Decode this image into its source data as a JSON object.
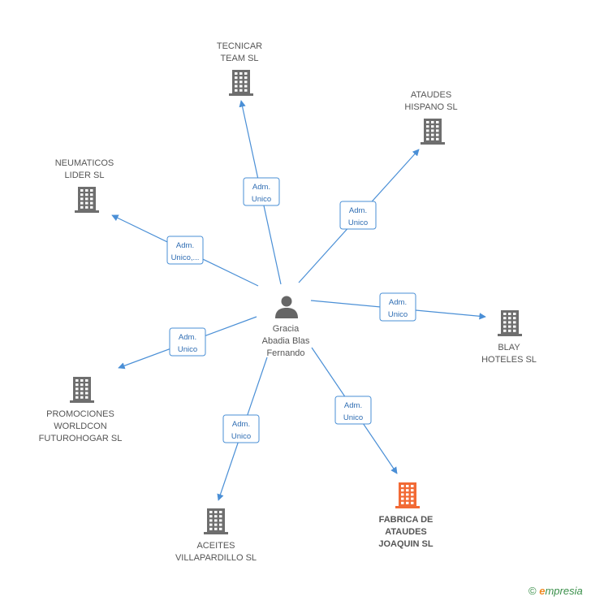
{
  "colors": {
    "edge": "#4a8fd6",
    "node": "#6e6e6e",
    "highlight": "#f26a35",
    "person": "#666666"
  },
  "center": {
    "lines": [
      "Gracia",
      "Abadia Blas",
      "Fernando"
    ],
    "icon": "person-icon"
  },
  "companies": [
    {
      "id": "tecnicar",
      "lines": [
        "TECNICAR",
        "TEAM SL"
      ],
      "highlight": false,
      "edge_label": [
        "Adm.",
        "Unico"
      ]
    },
    {
      "id": "ataudes-hispano",
      "lines": [
        "ATAUDES",
        "HISPANO SL"
      ],
      "highlight": false,
      "edge_label": [
        "Adm.",
        "Unico"
      ]
    },
    {
      "id": "neumaticos",
      "lines": [
        "NEUMATICOS",
        "LIDER SL"
      ],
      "highlight": false,
      "edge_label": [
        "Adm.",
        "Unico,..."
      ]
    },
    {
      "id": "blay",
      "lines": [
        "BLAY",
        "HOTELES SL"
      ],
      "highlight": false,
      "edge_label": [
        "Adm.",
        "Unico"
      ]
    },
    {
      "id": "promociones",
      "lines": [
        "PROMOCIONES",
        "WORLDCON",
        "FUTUROHOGAR SL"
      ],
      "highlight": false,
      "edge_label": [
        "Adm.",
        "Unico"
      ]
    },
    {
      "id": "fabrica",
      "lines": [
        "FABRICA DE",
        "ATAUDES",
        "JOAQUIN SL"
      ],
      "highlight": true,
      "edge_label": [
        "Adm.",
        "Unico"
      ]
    },
    {
      "id": "aceites",
      "lines": [
        "ACEITES",
        "VILLAPARDILLO SL"
      ],
      "highlight": false,
      "edge_label": [
        "Adm.",
        "Unico"
      ]
    }
  ],
  "footer": {
    "copyright": "©",
    "brand_initial": "e",
    "brand_rest": "mpresia"
  }
}
